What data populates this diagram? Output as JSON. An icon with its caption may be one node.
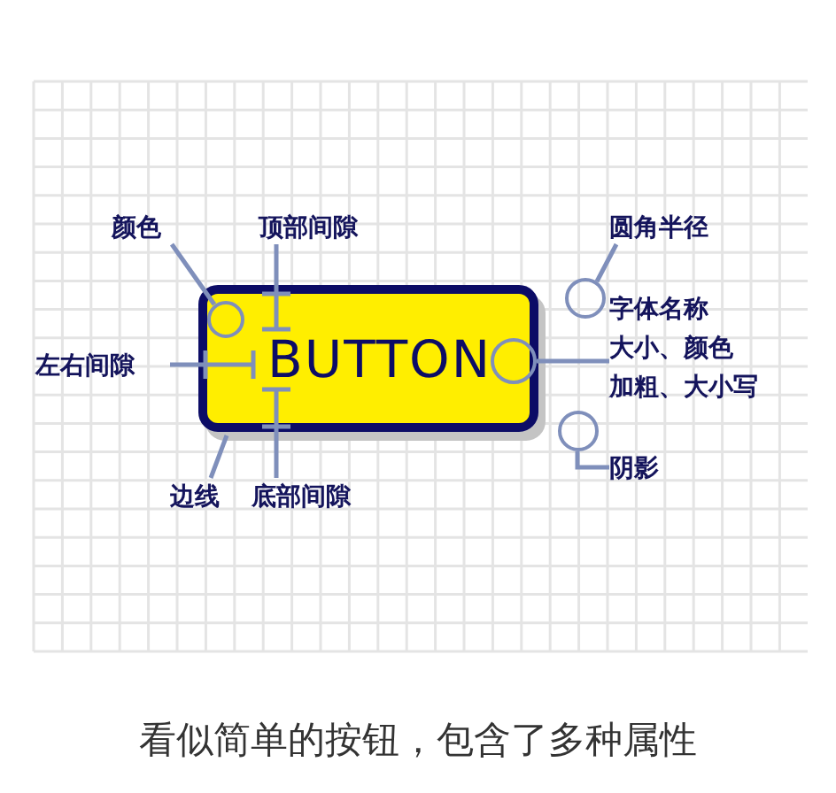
{
  "diagram": {
    "caption": "看似简单的按钮，包含了多种属性",
    "nodes": [
      {
        "text": [
          "BUTTON"
        ]
      },
      {
        "text": [
          "颜色"
        ]
      },
      {
        "text": [
          "顶部间隙"
        ]
      },
      {
        "text": [
          "圆角半径"
        ]
      },
      {
        "text": [
          "左右间隙"
        ]
      },
      {
        "text": [
          "字体名称",
          "大小、颜色",
          "加粗、大小写"
        ]
      },
      {
        "text": [
          "边线"
        ]
      },
      {
        "text": [
          "底部间隙"
        ]
      },
      {
        "text": [
          "阴影"
        ]
      },
      {
        "text": [],
        "shape": "circle",
        "in": 0
      },
      {
        "text": [],
        "shape": "circle"
      },
      {
        "text": [],
        "shape": "circle",
        "in": 0
      },
      {
        "text": [],
        "shape": "circle"
      }
    ],
    "edges": [
      {
        "from": 1,
        "to": 9,
        "arrow": "none"
      },
      {
        "from": 2,
        "to": 0,
        "arrow": "none"
      },
      {
        "from": 3,
        "to": 10,
        "arrow": "none"
      },
      {
        "from": 4,
        "to": 0,
        "arrow": "none"
      },
      {
        "from": 5,
        "to": 11,
        "arrow": "none"
      },
      {
        "from": 6,
        "to": 0,
        "arrow": "none"
      },
      {
        "from": 7,
        "to": 0,
        "arrow": "none"
      },
      {
        "from": 8,
        "to": 12,
        "arrow": "none"
      }
    ]
  }
}
